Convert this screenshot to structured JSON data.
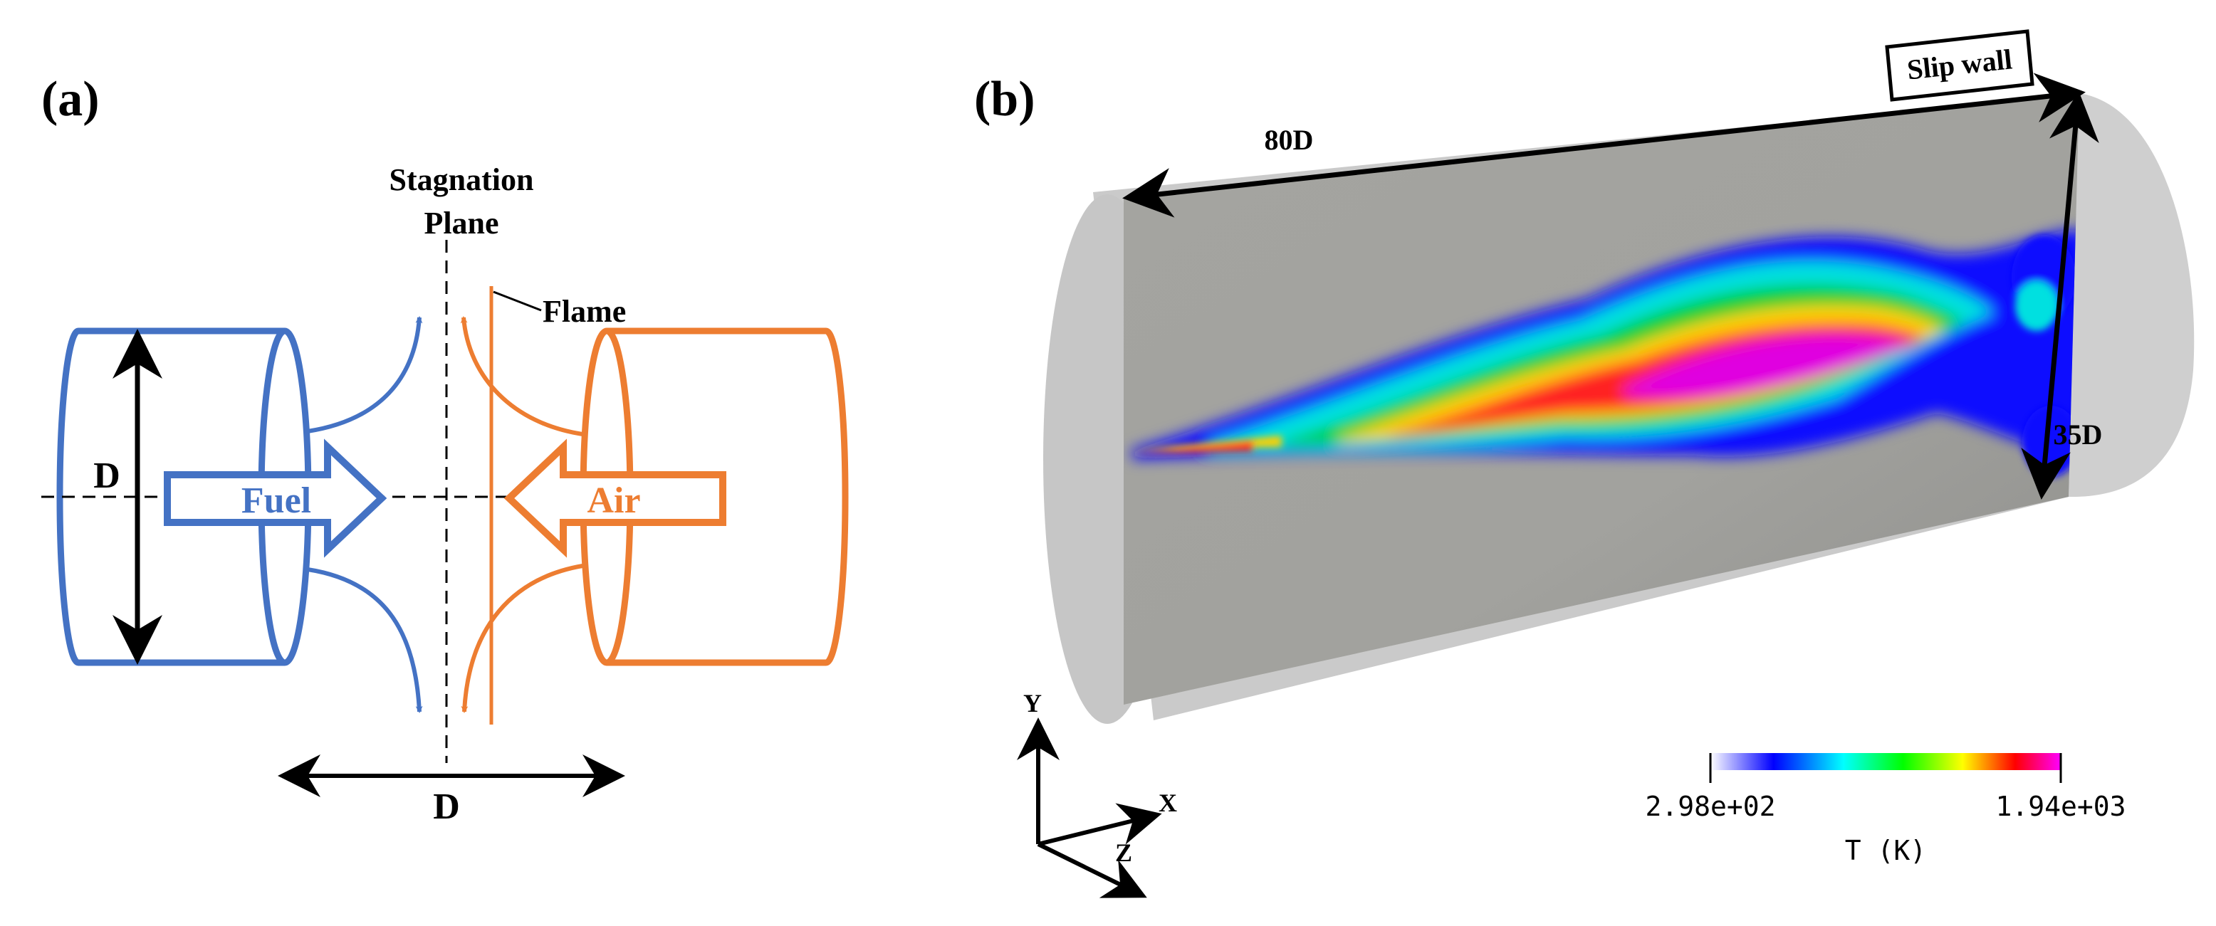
{
  "panel_a": {
    "label": "(a)",
    "stagnation_line1": "Stagnation",
    "stagnation_line2": "Plane",
    "flame_label": "Flame",
    "fuel_label": "Fuel",
    "air_label": "Air",
    "nozzle_diameter_label": "D",
    "separation_label": "D",
    "colors": {
      "fuel": "#4472c4",
      "air": "#ed7d31",
      "dimension": "#000000"
    }
  },
  "panel_b": {
    "label": "(b)",
    "slip_wall_label": "Slip wall",
    "length_label": "80D",
    "diameter_label": "35D",
    "axes": {
      "y": "Y",
      "x": "X",
      "z": "Z"
    },
    "colorbar": {
      "min_label": "2.98e+02",
      "max_label": "1.94e+03",
      "title": "T (K)",
      "stops": [
        "#ffffff",
        "#0000ff",
        "#00ffff",
        "#00ff00",
        "#ffff00",
        "#ff0000",
        "#ff00ff"
      ]
    },
    "colors": {
      "domain_plane": "#a9a9a5",
      "cylinder_shell": "#cfcfcf"
    }
  }
}
